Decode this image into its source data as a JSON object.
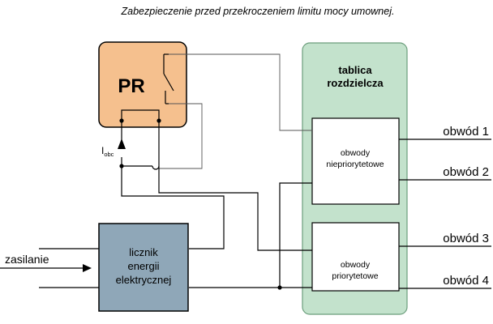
{
  "caption": "Zabezpieczenie przed przekroczeniem limitu mocy umownej.",
  "relay": {
    "label": "PR"
  },
  "current_label": {
    "main": "I",
    "sub": "obc"
  },
  "switchboard": {
    "title_line1": "tablica",
    "title_line2": "rozdzielcza"
  },
  "nonpriority": {
    "line1": "obwody",
    "line2": "niepriorytetowe"
  },
  "priority": {
    "line1": "obwody",
    "line2": "priorytetowe"
  },
  "meter": {
    "line1": "licznik",
    "line2": "energii",
    "line3": "elektrycznej"
  },
  "supply_label": "zasilanie",
  "circuits": [
    "obwód 1",
    "obwód 2",
    "obwód 3",
    "obwód 4"
  ],
  "colors": {
    "relay_fill": "#F5C08E",
    "switchboard_fill": "#C3E2CC",
    "switchboard_border": "#6C9E7C",
    "meter_fill": "#8FA7B8",
    "wire": "#000000",
    "thin_wire": "#555555"
  }
}
